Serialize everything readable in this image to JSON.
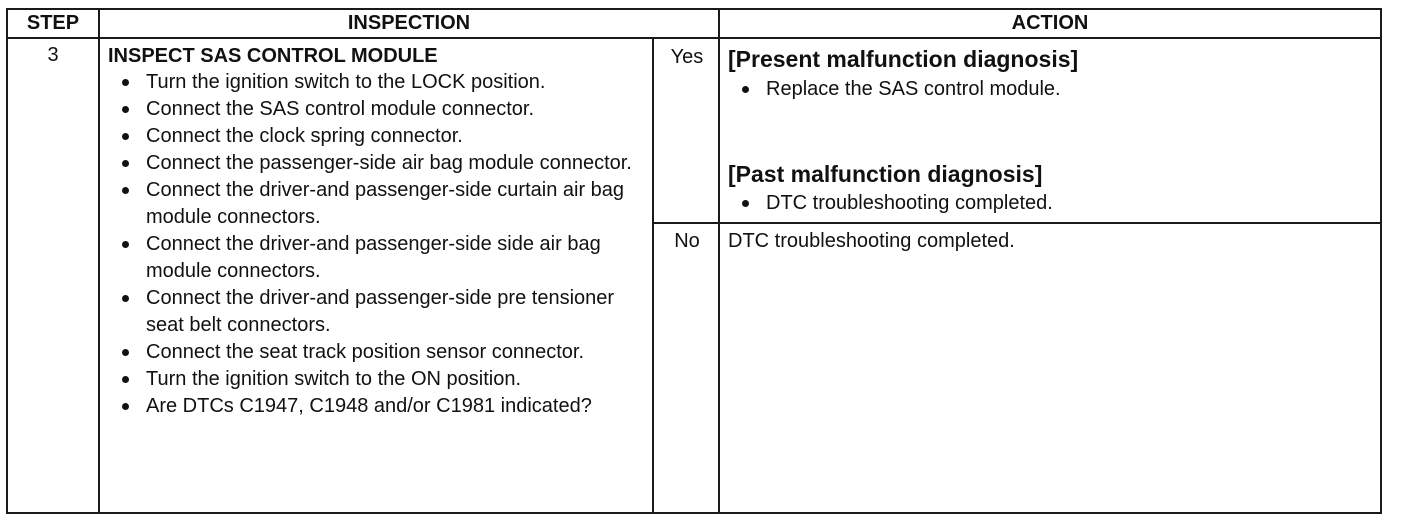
{
  "headers": {
    "step": "STEP",
    "inspection": "INSPECTION",
    "action": "ACTION"
  },
  "row": {
    "step": "3",
    "inspection_title": "INSPECT SAS CONTROL MODULE",
    "inspection_items": [
      "Turn the ignition switch to the LOCK position.",
      "Connect the SAS control module connector.",
      "Connect the clock spring connector.",
      "Connect the passenger-side air bag module connector.",
      "Connect the driver-and passenger-side curtain air bag module connectors.",
      "Connect the driver-and passenger-side side air bag module connectors.",
      "Connect the driver-and passenger-side pre tensioner seat belt connectors.",
      "Connect the seat track position sensor connector.",
      "Turn the ignition switch to the ON position.",
      "Are DTCs C1947, C1948 and/or C1981 indicated?"
    ],
    "yes_label": "Yes",
    "no_label": "No",
    "yes_action": {
      "present_heading": "[Present malfunction diagnosis]",
      "present_item": "Replace the SAS control module.",
      "past_heading": "[Past malfunction diagnosis]",
      "past_item": "DTC troubleshooting completed."
    },
    "no_action": "DTC troubleshooting completed."
  }
}
